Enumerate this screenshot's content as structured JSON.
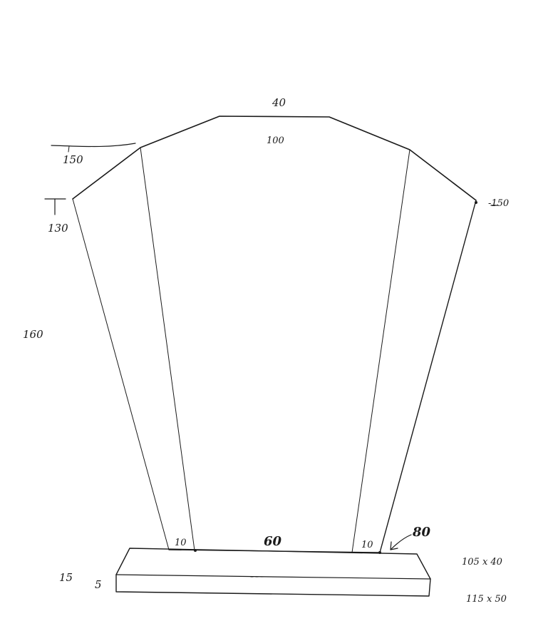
{
  "labels": {
    "top_width": "40",
    "upper_width": "100",
    "shoulder_left_height": "150",
    "shoulder_right_height": "-150",
    "side_height": "130",
    "total_height": "160",
    "bottom_panel_width": "60",
    "bottom_left_inset": "10",
    "bottom_right_inset": "10",
    "stem_width": "80",
    "base_height": "15",
    "base_bevel": "5",
    "base_top_size": "105 x 40",
    "base_bottom_size": "115 x 50"
  }
}
